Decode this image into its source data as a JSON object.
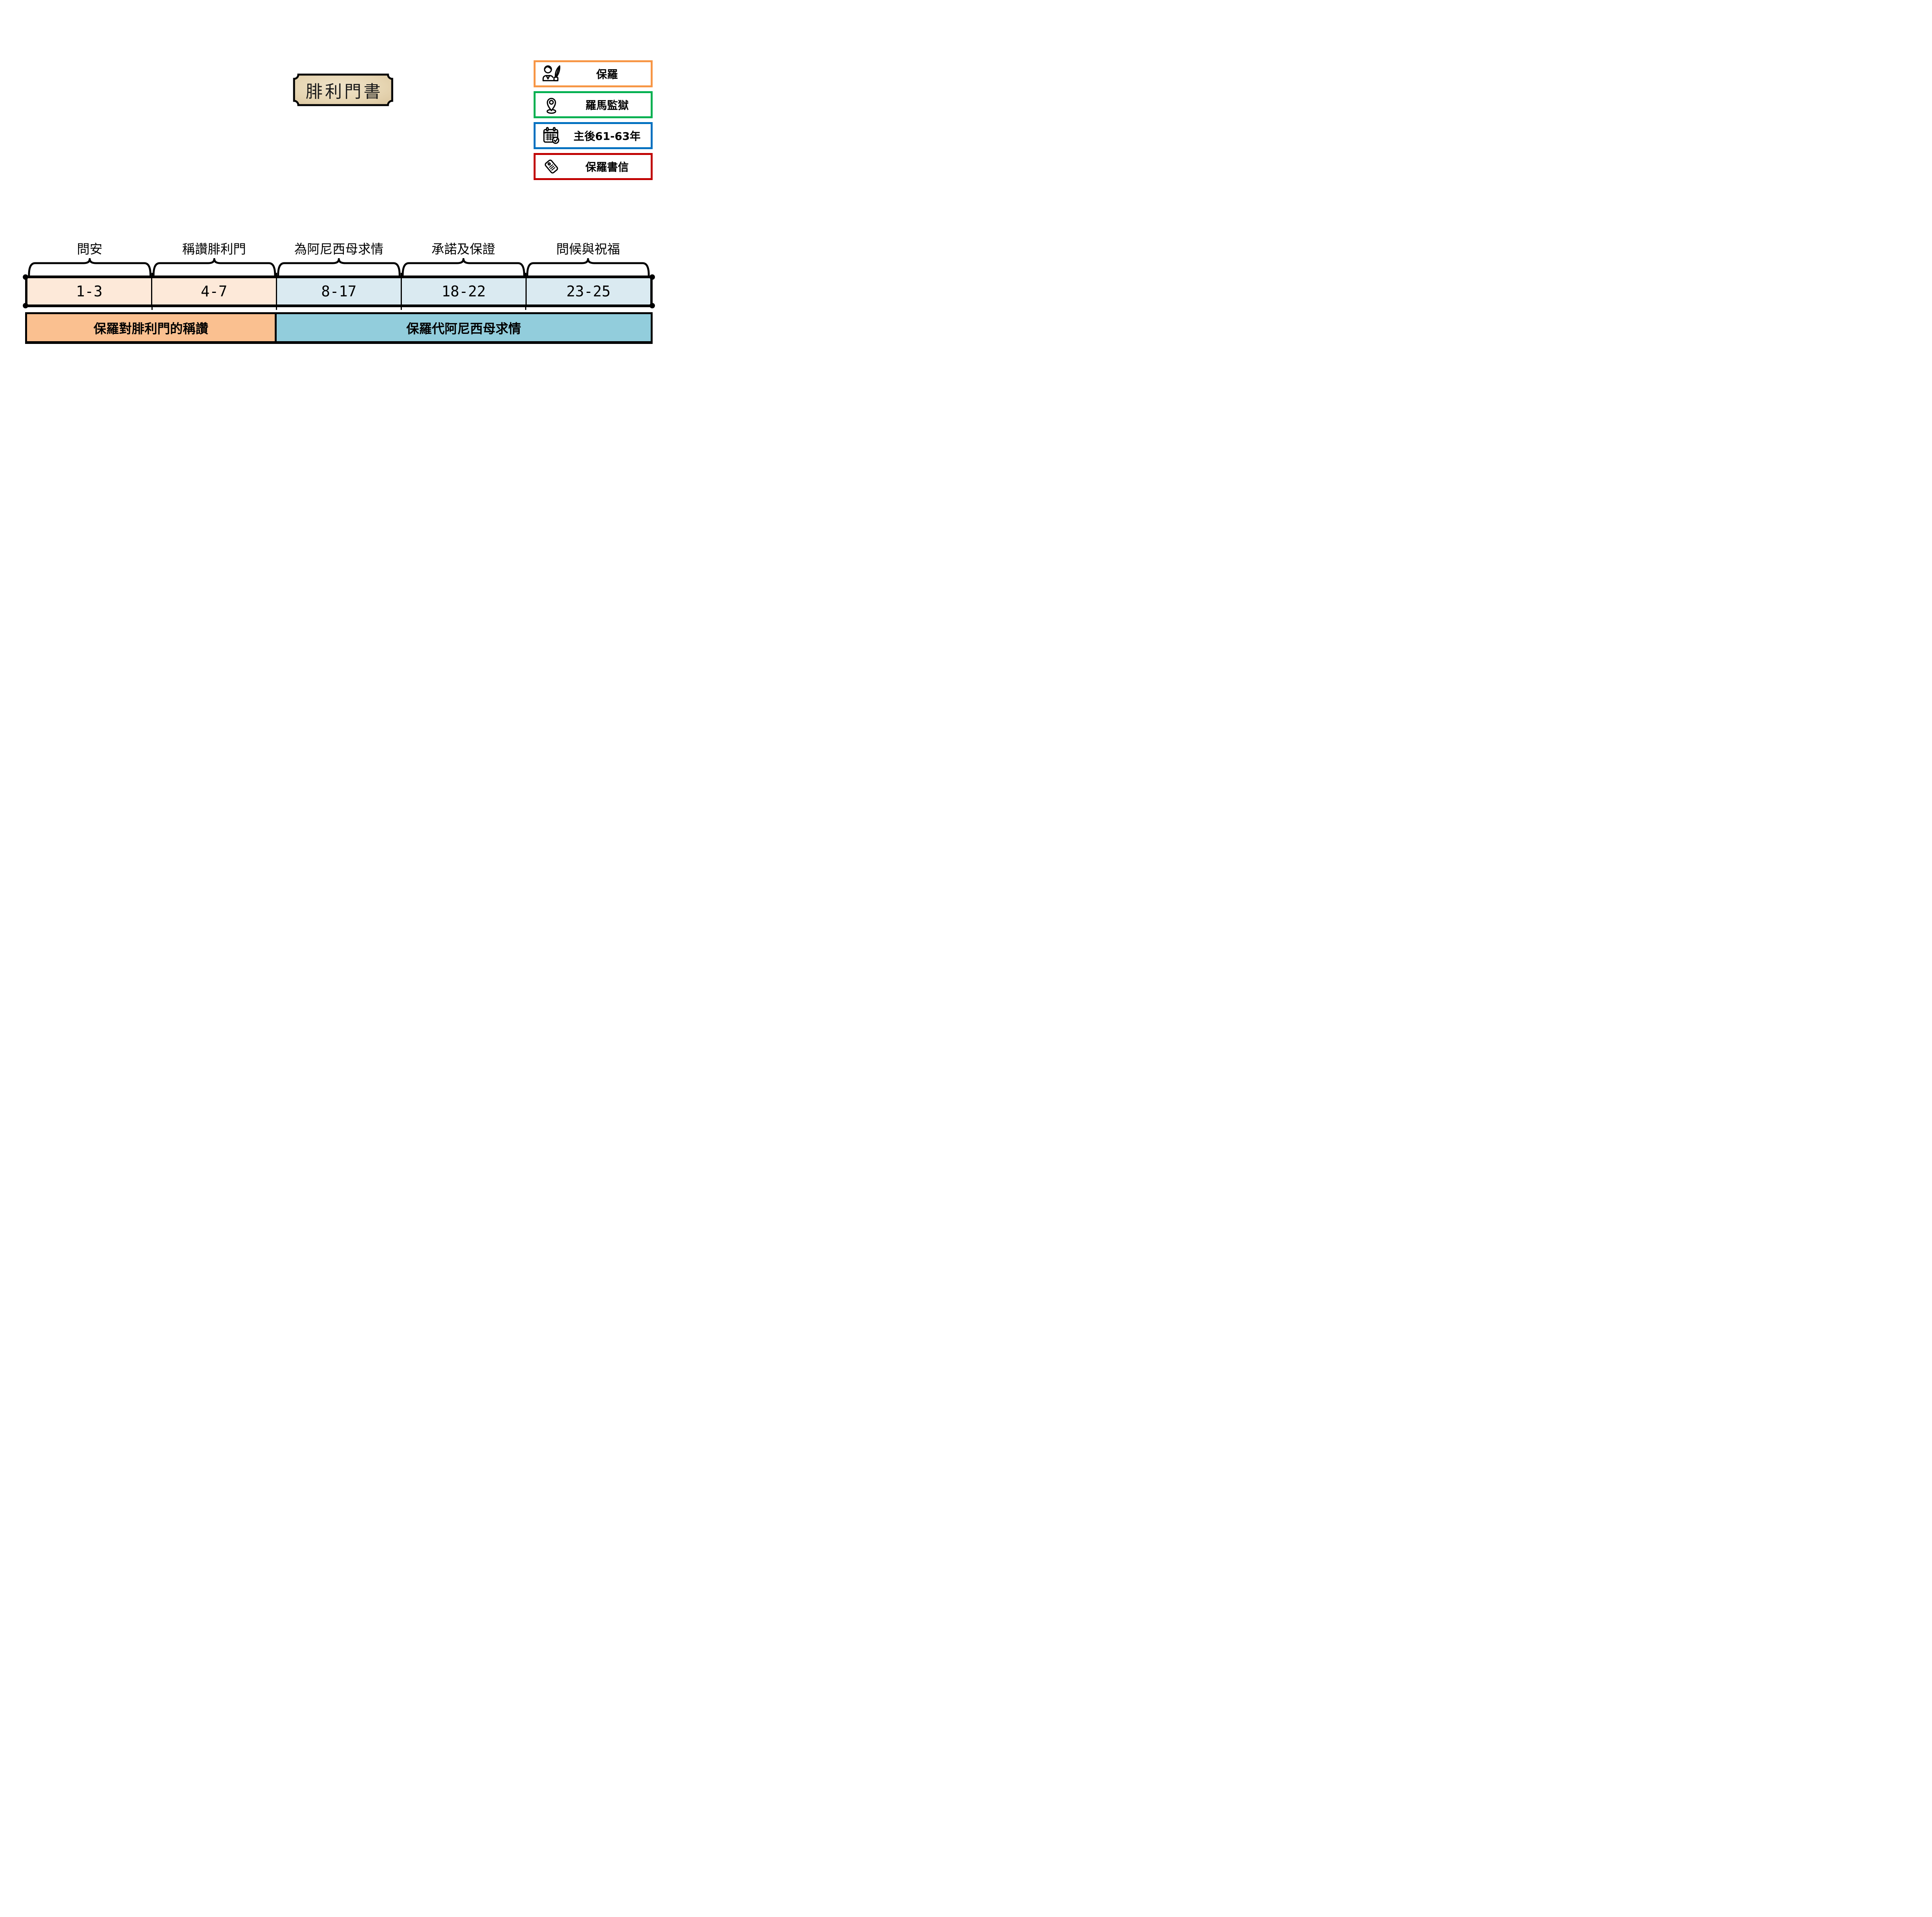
{
  "title": "腓利門書",
  "legend": {
    "items": [
      {
        "id": "author",
        "label": "保羅",
        "icon": "person-writing-icon"
      },
      {
        "id": "location",
        "label": "羅馬監獄",
        "icon": "map-pin-icon"
      },
      {
        "id": "date",
        "label": "主後61-63年",
        "icon": "calendar-check-icon"
      },
      {
        "id": "category",
        "label": "保羅書信",
        "icon": "tag-icon"
      }
    ]
  },
  "sections": [
    {
      "label": "問安",
      "verses": "1-3"
    },
    {
      "label": "稱讚腓利門",
      "verses": "4-7"
    },
    {
      "label": "為阿尼西母求情",
      "verses": "8-17"
    },
    {
      "label": "承諾及保證",
      "verses": "18-22"
    },
    {
      "label": "問候與祝福",
      "verses": "23-25"
    }
  ],
  "groups": [
    {
      "label": "保羅對腓利門的稱讚",
      "verse_span": "1-7"
    },
    {
      "label": "保羅代阿尼西母求情",
      "verse_span": "8-25"
    }
  ],
  "colors": {
    "accent_orange": "#F79646",
    "accent_green": "#00B050",
    "accent_blue": "#0070C0",
    "accent_red": "#C00000",
    "cell_peach": "#FDE9D9",
    "cell_blue": "#DAEAF1",
    "group_orange": "#FAC090",
    "group_blue": "#92CDDC",
    "plaque_light": "#F0E4CA",
    "plaque_mid": "#E6D5B2",
    "plaque_dark": "#D8C29A"
  }
}
